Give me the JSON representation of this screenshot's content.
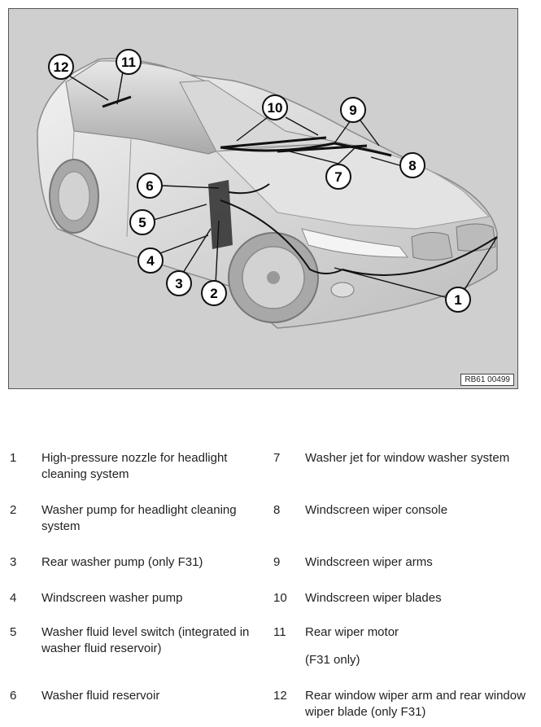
{
  "figure": {
    "reference_code": "RB61 00499",
    "callouts": [
      "1",
      "2",
      "3",
      "4",
      "5",
      "6",
      "7",
      "8",
      "9",
      "10",
      "11",
      "12"
    ]
  },
  "legend": [
    {
      "num": "1",
      "text": "High-pressure nozzle for headlight cleaning system"
    },
    {
      "num": "2",
      "text": "Washer pump for headlight cleaning system"
    },
    {
      "num": "3",
      "text": "Rear washer pump (only F31)"
    },
    {
      "num": "4",
      "text": "Windscreen washer pump"
    },
    {
      "num": "5",
      "text": "Washer fluid level switch (integrated in washer fluid reservoir)"
    },
    {
      "num": "6",
      "text": "Washer fluid reservoir"
    },
    {
      "num": "7",
      "text": "Washer jet for window washer system"
    },
    {
      "num": "8",
      "text": "Windscreen wiper console"
    },
    {
      "num": "9",
      "text": "Windscreen wiper arms"
    },
    {
      "num": "10",
      "text": "Windscreen wiper blades"
    },
    {
      "num": "11",
      "text": "Rear wiper motor",
      "subtext": "(F31 only)"
    },
    {
      "num": "12",
      "text": "Rear window wiper arm and rear window wiper blade (only F31)"
    }
  ]
}
